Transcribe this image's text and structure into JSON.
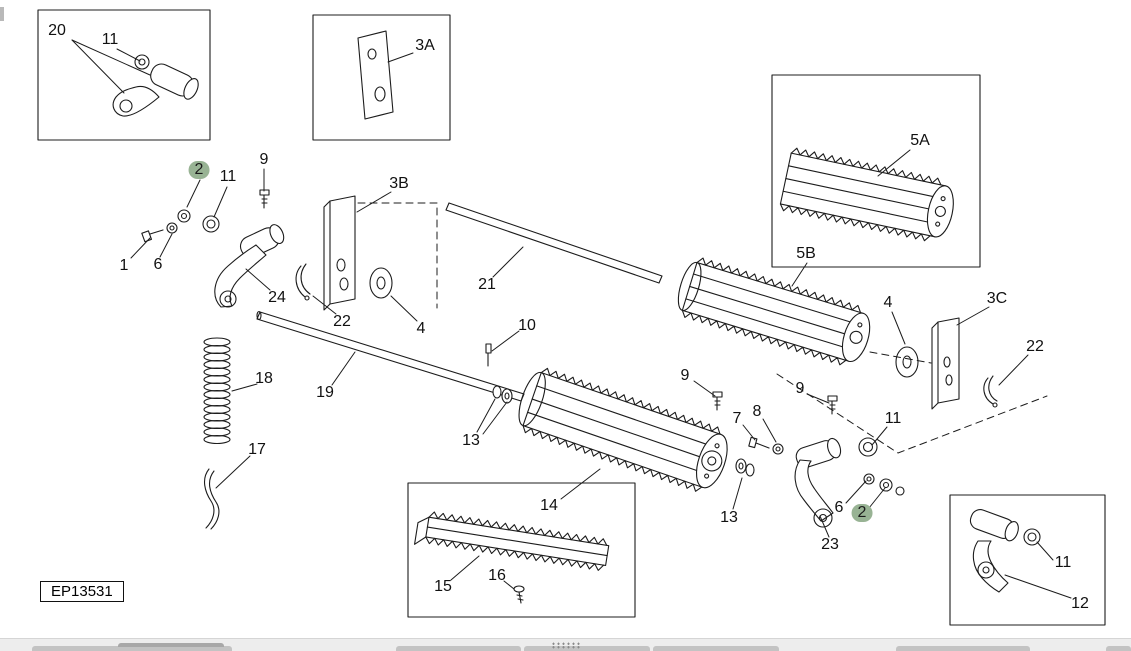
{
  "diagram": {
    "code_label": "EP13531",
    "highlight_color": "#98b394",
    "labels": {
      "l20": "20",
      "l11a": "11",
      "l3A": "3A",
      "l5A": "5A",
      "l2a": "2",
      "l11b": "11",
      "l9a": "9",
      "l3B": "3B",
      "l1": "1",
      "l6a": "6",
      "l24": "24",
      "l21": "21",
      "l5B": "5B",
      "l22a": "22",
      "l4a": "4",
      "l4b": "4",
      "l3C": "3C",
      "l10": "10",
      "l22b": "22",
      "l18": "18",
      "l19": "19",
      "l9b": "9",
      "l9c": "9",
      "l7": "7",
      "l8": "8",
      "l11c": "11",
      "l17": "17",
      "l13a": "13",
      "l14": "14",
      "l13b": "13",
      "l6b": "6",
      "l2b": "2",
      "l23": "23",
      "l15": "15",
      "l16": "16",
      "l11d": "11",
      "l12": "12"
    }
  }
}
